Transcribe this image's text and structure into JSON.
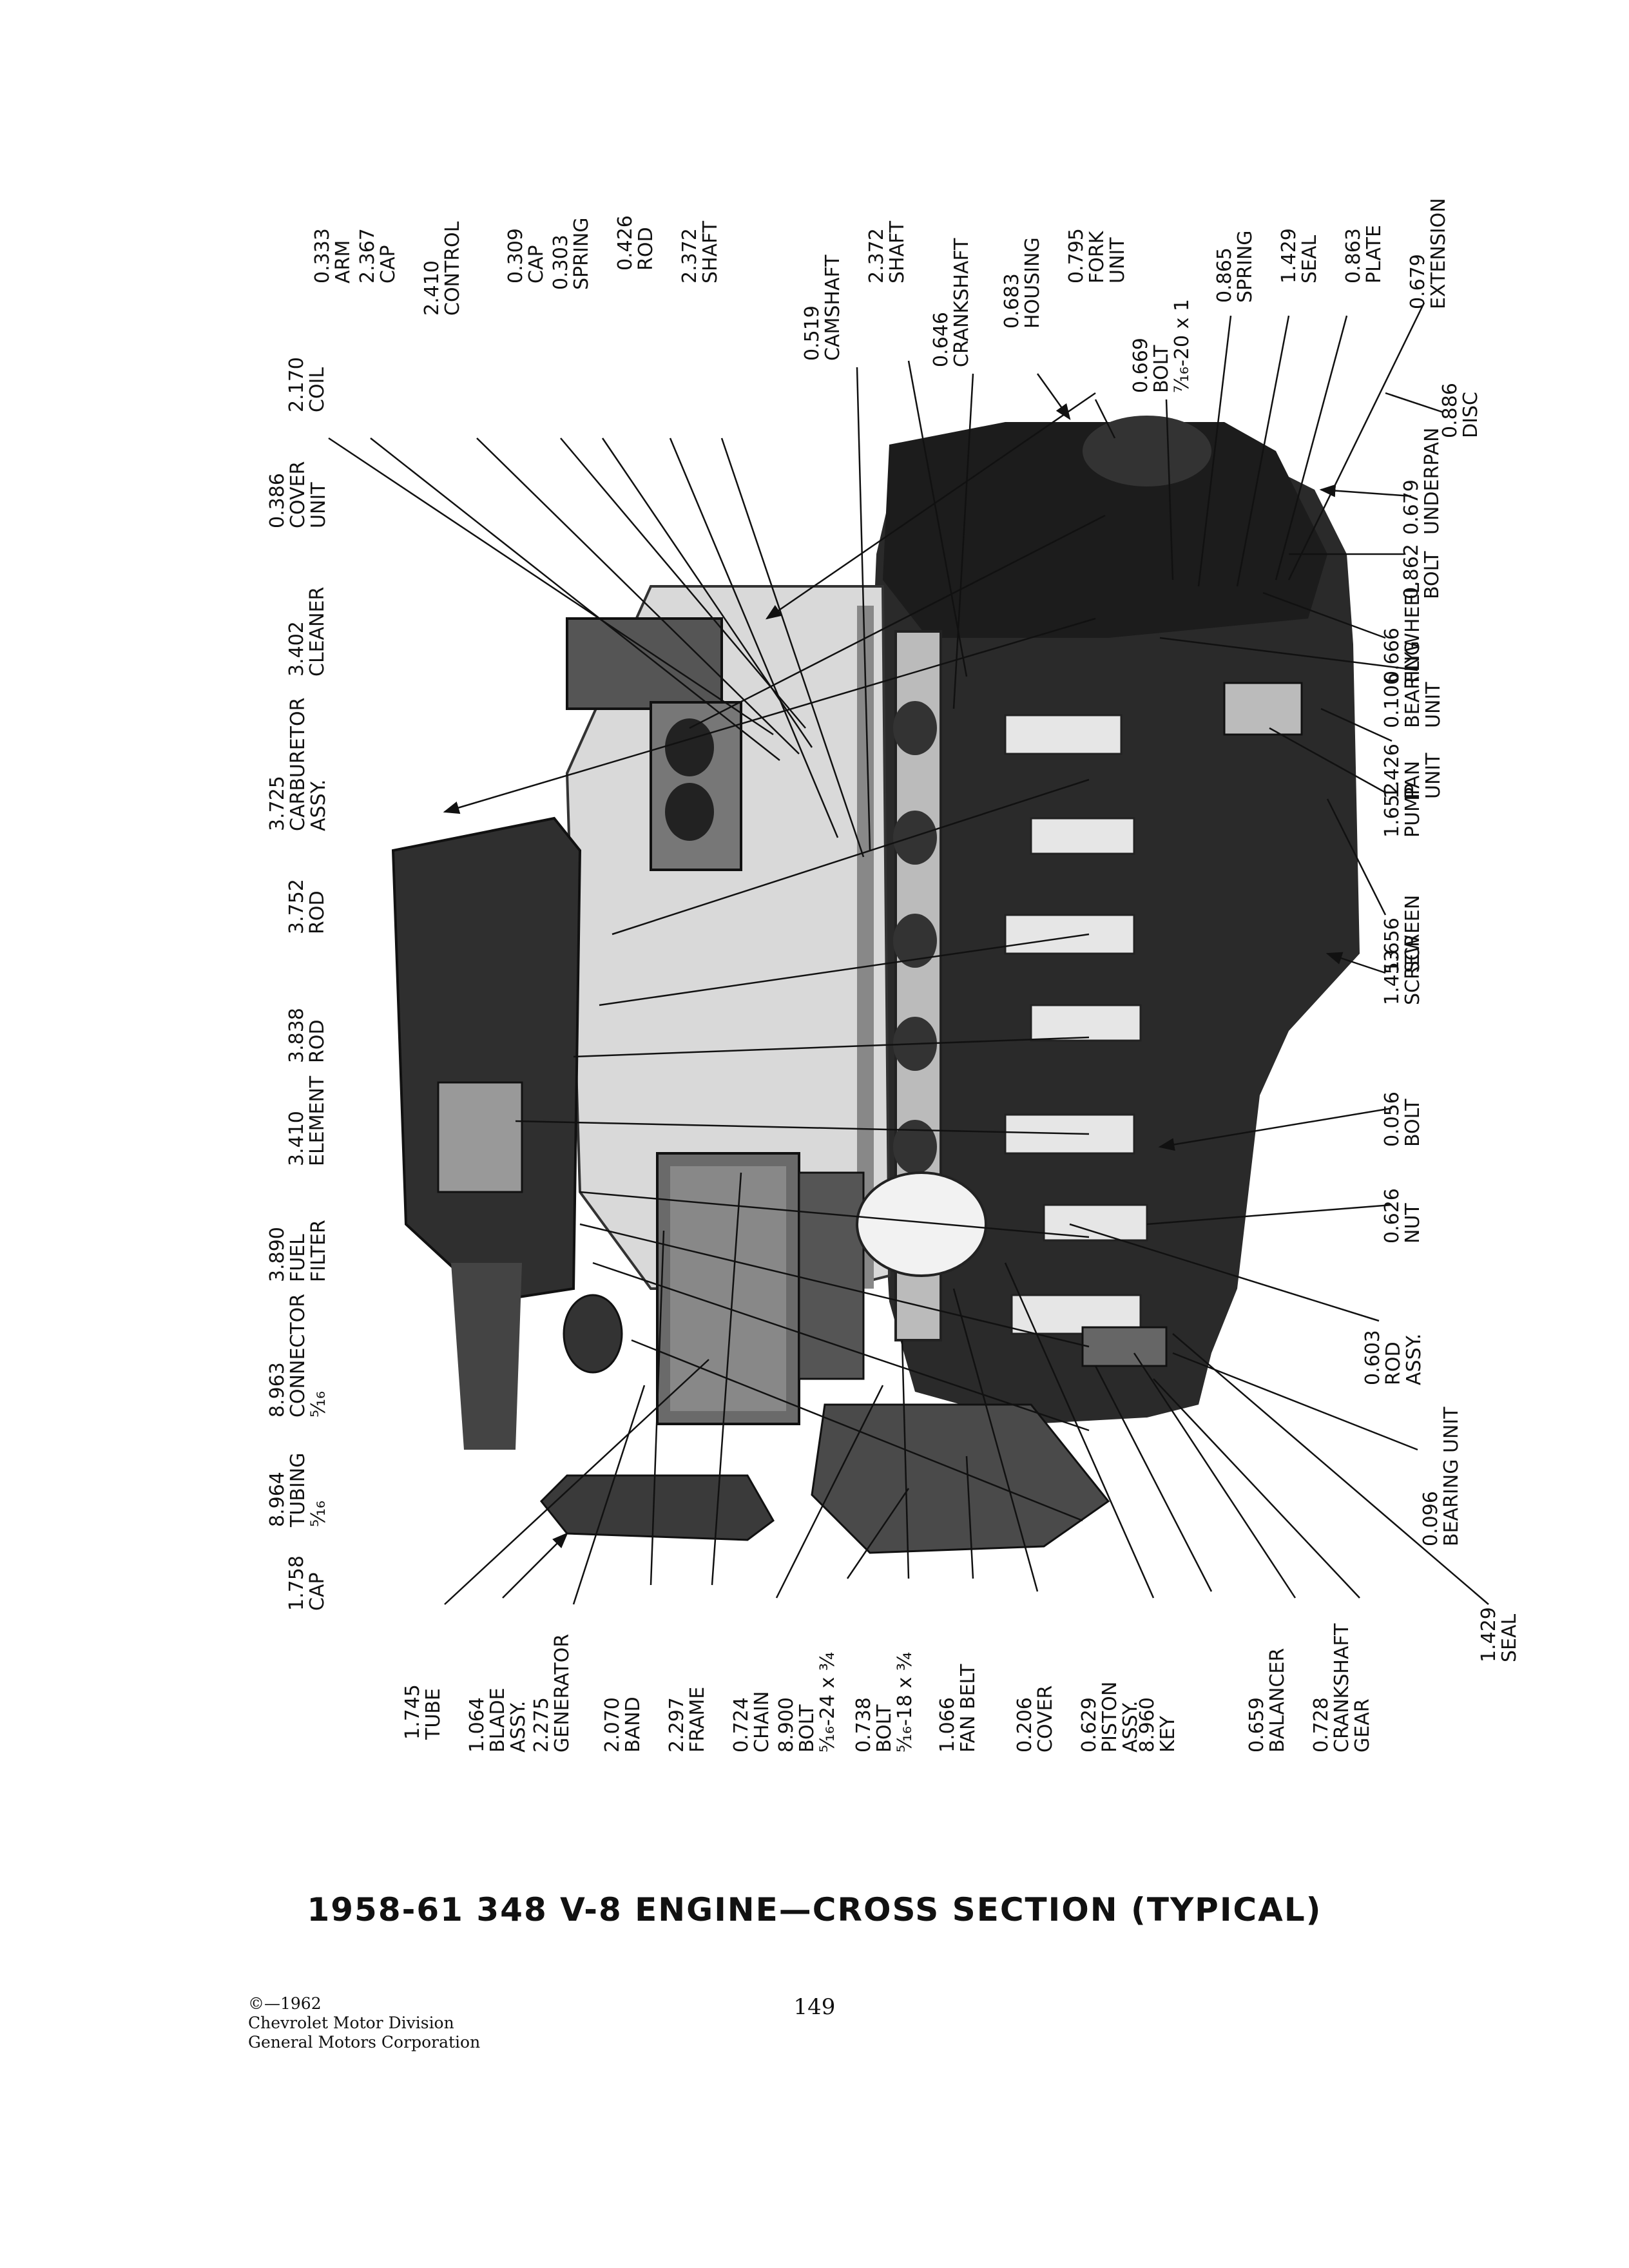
{
  "labels": [
    {
      "id": "coil",
      "text": "2.170\nCOIL"
    },
    {
      "id": "cover-unit",
      "text": "0.386\nCOVER\nUNIT"
    },
    {
      "id": "cleaner",
      "text": "3.402\nCLEANER"
    },
    {
      "id": "carburetor",
      "text": "3.725\nCARBURETOR\nASSY."
    },
    {
      "id": "rod-3752",
      "text": "3.752\nROD"
    },
    {
      "id": "rod-3838",
      "text": "3.838\nROD"
    },
    {
      "id": "element",
      "text": "3.410\nELEMENT"
    },
    {
      "id": "fuel-filter",
      "text": "3.890\nFUEL\nFILTER"
    },
    {
      "id": "connector",
      "text": "8.963\nCONNECTOR\n⁵⁄₁₆"
    },
    {
      "id": "tubing",
      "text": "8.964\nTUBING\n⁵⁄₁₆"
    },
    {
      "id": "cap-1758",
      "text": "1.758\nCAP"
    },
    {
      "id": "arm",
      "text": "0.333\nARM"
    },
    {
      "id": "cap-2367",
      "text": "2.367\nCAP"
    },
    {
      "id": "control",
      "text": "2.410\nCONTROL"
    },
    {
      "id": "cap-0309",
      "text": "0.309\nCAP"
    },
    {
      "id": "spring-0303",
      "text": "0.303\nSPRING"
    },
    {
      "id": "rod-0426",
      "text": "0.426\nROD"
    },
    {
      "id": "shaft-2372a",
      "text": "2.372\nSHAFT"
    },
    {
      "id": "camshaft",
      "text": "0.519\nCAMSHAFT"
    },
    {
      "id": "shaft-2372b",
      "text": "2.372\nSHAFT"
    },
    {
      "id": "crankshaft-0646",
      "text": "0.646\nCRANKSHAFT"
    },
    {
      "id": "housing",
      "text": "0.683\nHOUSING"
    },
    {
      "id": "fork-unit",
      "text": "0.795\nFORK\nUNIT"
    },
    {
      "id": "bolt-0669",
      "text": "0.669\nBOLT\n⁷⁄₁₆-20 x 1"
    },
    {
      "id": "spring-0865",
      "text": "0.865\nSPRING"
    },
    {
      "id": "seal-1429a",
      "text": "1.429\nSEAL"
    },
    {
      "id": "plate",
      "text": "0.863\nPLATE"
    },
    {
      "id": "extension",
      "text": "0.679\nEXTENSION"
    },
    {
      "id": "disc",
      "text": "0.886\nDISC"
    },
    {
      "id": "underpan",
      "text": "0.679\nUNDERPAN"
    },
    {
      "id": "bolt-0862",
      "text": "0.862\nBOLT"
    },
    {
      "id": "flywheel",
      "text": "0.666\nFLYWHEEL"
    },
    {
      "id": "bearing-0106",
      "text": "0.106\nBEARING\nUNIT"
    },
    {
      "id": "pan-unit",
      "text": "1.426\nPAN\nUNIT"
    },
    {
      "id": "pump",
      "text": "1.652\nPUMP"
    },
    {
      "id": "screen",
      "text": "1.656\nSCREEN"
    },
    {
      "id": "screw",
      "text": "1.453\nSCREW"
    },
    {
      "id": "bolt-0056",
      "text": "0.056\nBOLT"
    },
    {
      "id": "nut",
      "text": "0.626\nNUT"
    },
    {
      "id": "rod-assy",
      "text": "0.603\nROD\nASSY."
    },
    {
      "id": "bearing-0096",
      "text": "0.096\nBEARING UNIT"
    },
    {
      "id": "seal-1429b",
      "text": "1.429\nSEAL"
    },
    {
      "id": "tube",
      "text": "1.745\nTUBE"
    },
    {
      "id": "blade",
      "text": "1.064\nBLADE\nASSY."
    },
    {
      "id": "generator",
      "text": "2.275\nGENERATOR"
    },
    {
      "id": "band",
      "text": "2.070\nBAND"
    },
    {
      "id": "frame",
      "text": "2.297\nFRAME"
    },
    {
      "id": "chain",
      "text": "0.724\nCHAIN"
    },
    {
      "id": "bolt-8900",
      "text": "8.900\nBOLT\n⁵⁄₁₆-24 x ³⁄₄"
    },
    {
      "id": "bolt-0738",
      "text": "0.738\nBOLT\n⁵⁄₁₆-18 x ³⁄₄"
    },
    {
      "id": "fan-belt",
      "text": "1.066\nFAN BELT"
    },
    {
      "id": "cover-0206",
      "text": "0.206\nCOVER"
    },
    {
      "id": "piston",
      "text": "0.629\nPISTON\nASSY."
    },
    {
      "id": "key",
      "text": "8.960\nKEY"
    },
    {
      "id": "balancer",
      "text": "0.659\nBALANCER"
    },
    {
      "id": "crank-gear",
      "text": "0.728\nCRANKSHAFT\nGEAR"
    }
  ],
  "title": "1958-61 348 V-8 ENGINE—CROSS SECTION (TYPICAL)",
  "copyright": [
    "©—1962",
    "Chevrolet Motor Division",
    "General Motors Corporation"
  ],
  "page_number": "149"
}
